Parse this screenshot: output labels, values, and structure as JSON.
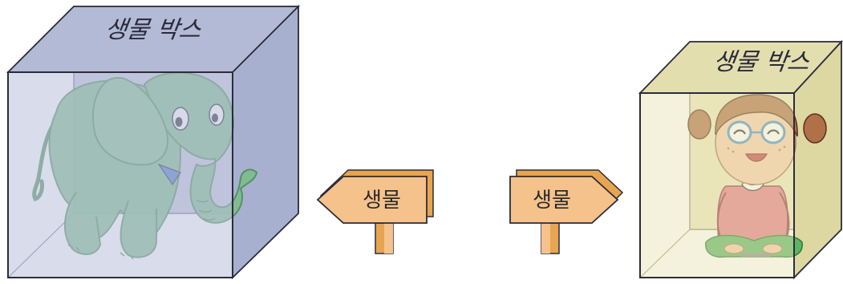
{
  "left_box": {
    "title": "생물 박스",
    "face_color": "#b9c0d9",
    "content": "elephant"
  },
  "right_box": {
    "title": "생물 박스",
    "face_color": "#e6e2b2",
    "content": "girl"
  },
  "left_sign": {
    "label": "생물",
    "direction": "left"
  },
  "right_sign": {
    "label": "생물",
    "direction": "right"
  },
  "colors": {
    "sign_fill": "#f6c28b",
    "sign_post": "#e8a550",
    "outline": "#2c2c3a",
    "elephant": "#7fbd8c"
  }
}
